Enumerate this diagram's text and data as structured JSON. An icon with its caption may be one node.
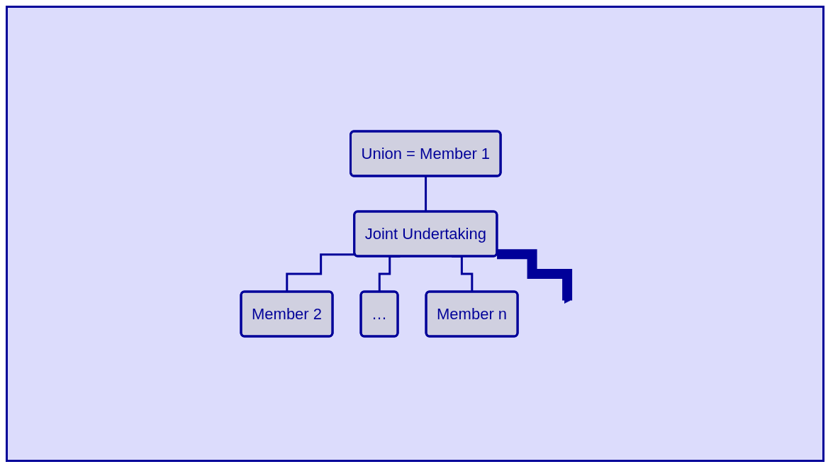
{
  "diagram": {
    "nodes": [
      {
        "text": [
          "Union = Member 1"
        ]
      },
      {
        "text": [
          "Joint Undertaking"
        ]
      },
      {
        "text": [
          "Member 2"
        ]
      },
      {
        "text": [
          "…"
        ]
      },
      {
        "text": [
          "Member n"
        ]
      }
    ],
    "edges": [
      {
        "from": 0,
        "to": 1,
        "arrow": "none"
      },
      {
        "from": 1,
        "to": 2,
        "arrow": "none"
      },
      {
        "from": 1,
        "to": 3,
        "arrow": "none"
      },
      {
        "from": 1,
        "to": 4,
        "arrow": "none"
      },
      {
        "from": 1,
        "to": null,
        "arrow": "to",
        "style": "thick"
      }
    ]
  }
}
